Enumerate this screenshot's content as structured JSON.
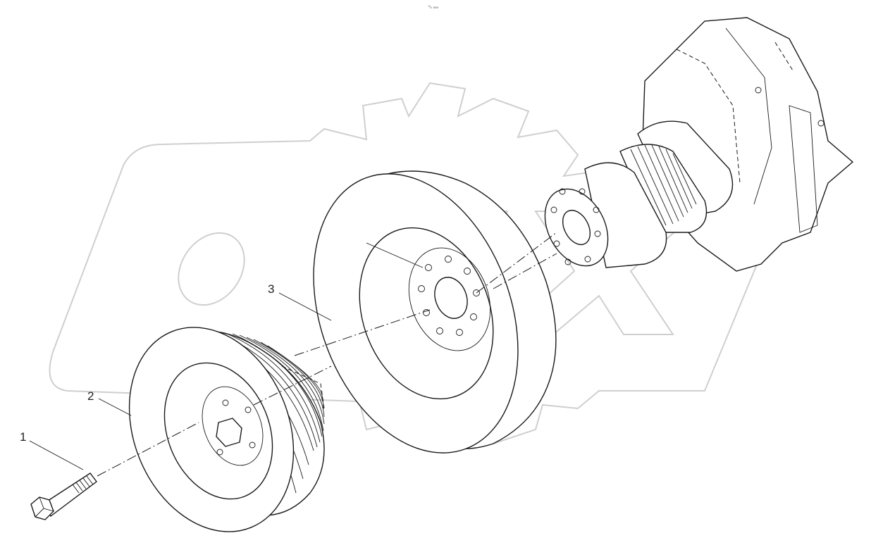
{
  "header": {
    "code": "⁰₀ ₀₀₀"
  },
  "callouts": [
    {
      "id": "1",
      "label": "1"
    },
    {
      "id": "2",
      "label": "2"
    },
    {
      "id": "3",
      "label": "3"
    }
  ],
  "colors": {
    "line": "#1a1a1a",
    "watermark": "#cfcfcf",
    "background": "#ffffff"
  }
}
